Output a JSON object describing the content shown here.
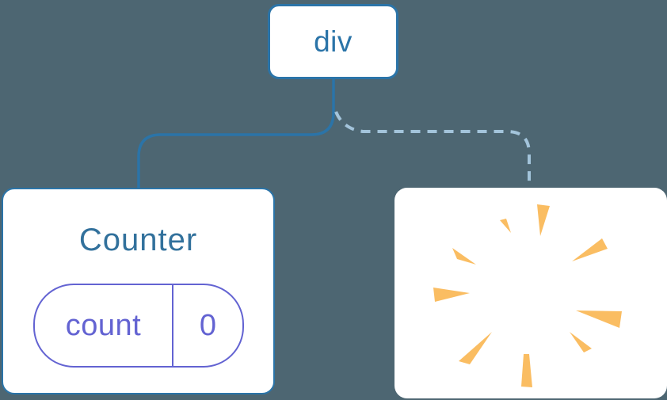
{
  "tree": {
    "root": {
      "label": "div"
    },
    "counter": {
      "title": "Counter",
      "state_key": "count",
      "state_value": "0"
    },
    "removed": {
      "icon": "poof-icon"
    }
  },
  "colors": {
    "background": "#4D6672",
    "node_fill": "#FFFFFF",
    "node_border": "#2B74A8",
    "edge_solid": "#2B74A8",
    "edge_dashed": "#A3C4DB",
    "root_label": "#2B74A8",
    "counter_title": "#32719C",
    "state_accent": "#6363D2",
    "poof_orange": "#FABD62"
  }
}
